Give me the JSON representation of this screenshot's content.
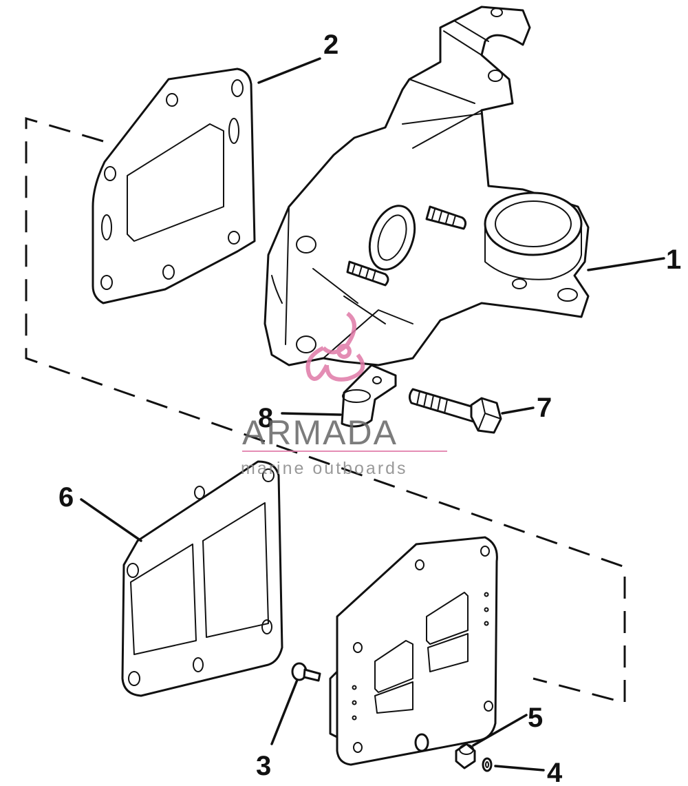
{
  "diagram": {
    "callouts": [
      {
        "id": "1",
        "label": "1"
      },
      {
        "id": "2",
        "label": "2"
      },
      {
        "id": "3",
        "label": "3"
      },
      {
        "id": "4",
        "label": "4"
      },
      {
        "id": "5",
        "label": "5"
      },
      {
        "id": "6",
        "label": "6"
      },
      {
        "id": "7",
        "label": "7"
      },
      {
        "id": "8",
        "label": "8"
      }
    ]
  },
  "watermark": {
    "title": "ARMADA",
    "subtitle": "marine outboards",
    "logo_color": "#e07aa8"
  }
}
